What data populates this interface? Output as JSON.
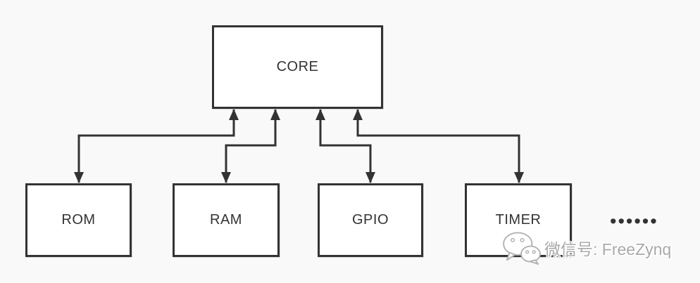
{
  "diagram": {
    "type": "block-diagram",
    "nodes": [
      {
        "id": "core",
        "label": "CORE"
      },
      {
        "id": "rom",
        "label": "ROM"
      },
      {
        "id": "ram",
        "label": "RAM"
      },
      {
        "id": "gpio",
        "label": "GPIO"
      },
      {
        "id": "timer",
        "label": "TIMER"
      }
    ],
    "edges": [
      {
        "from": "core",
        "to": "rom",
        "bidirectional": true
      },
      {
        "from": "core",
        "to": "ram",
        "bidirectional": true
      },
      {
        "from": "core",
        "to": "gpio",
        "bidirectional": true
      },
      {
        "from": "core",
        "to": "timer",
        "bidirectional": true
      }
    ],
    "ellipsis": "••••••"
  },
  "watermark": {
    "icon": "wechat-icon",
    "text": "微信号: FreeZynq"
  },
  "colors": {
    "background": "#f9f9f9",
    "node_fill": "#ffffff",
    "line": "#333333",
    "watermark_text": "#a9a9a9"
  }
}
